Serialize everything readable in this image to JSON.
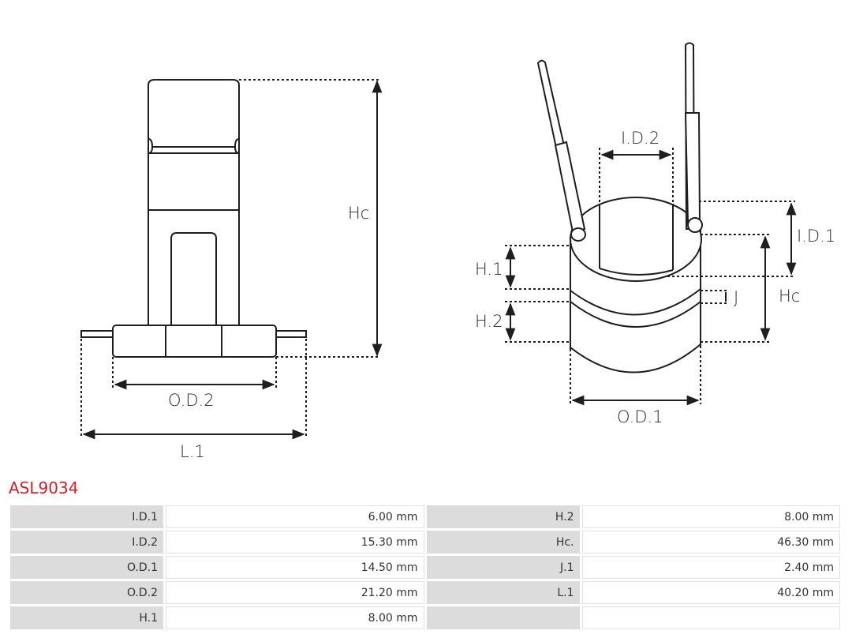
{
  "diagram": {
    "labels": {
      "hc_left": "Hc",
      "od2": "O.D.2",
      "l1": "L.1",
      "id2": "I.D.2",
      "id1": "I.D.1",
      "h1": "H.1",
      "h2": "H.2",
      "j": "J",
      "hc_right": "Hc",
      "od1": "O.D.1"
    }
  },
  "product": {
    "part_number": "ASL9034"
  },
  "specs": [
    [
      {
        "label": "I.D.1",
        "value": "6.00 mm"
      },
      {
        "label": "H.2",
        "value": "8.00 mm"
      }
    ],
    [
      {
        "label": "I.D.2",
        "value": "15.30 mm"
      },
      {
        "label": "Hc.",
        "value": "46.30 mm"
      }
    ],
    [
      {
        "label": "O.D.1",
        "value": "14.50 mm"
      },
      {
        "label": "J.1",
        "value": "2.40 mm"
      }
    ],
    [
      {
        "label": "O.D.2",
        "value": "21.20 mm"
      },
      {
        "label": "L.1",
        "value": "40.20 mm"
      }
    ],
    [
      {
        "label": "H.1",
        "value": "8.00 mm"
      },
      {
        "label": "",
        "value": ""
      }
    ]
  ]
}
